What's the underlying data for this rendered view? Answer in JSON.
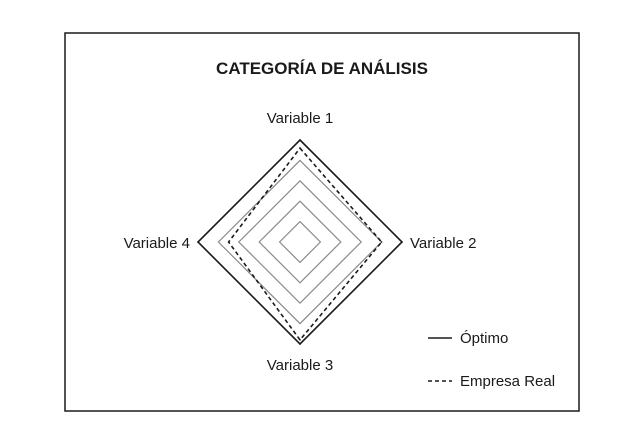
{
  "chart_data": {
    "type": "radar",
    "title": "CATEGORÍA DE ANÁLISIS",
    "axes": [
      "Variable 1",
      "Variable 2",
      "Variable 3",
      "Variable 4"
    ],
    "range": [
      0,
      5
    ],
    "grid_levels": [
      1,
      2,
      3,
      4
    ],
    "series": [
      {
        "name": "Óptimo",
        "style": "solid",
        "values": [
          5,
          5,
          5,
          5
        ]
      },
      {
        "name": "Empresa Real",
        "style": "dashed",
        "values": [
          4.6,
          4.0,
          4.8,
          3.5
        ]
      }
    ],
    "legend_position": "bottom-right",
    "colors": {
      "line": "#1a1a1a",
      "grid": "#8a8a8a",
      "border": "#1a1a1a",
      "background": "#ffffff"
    }
  }
}
